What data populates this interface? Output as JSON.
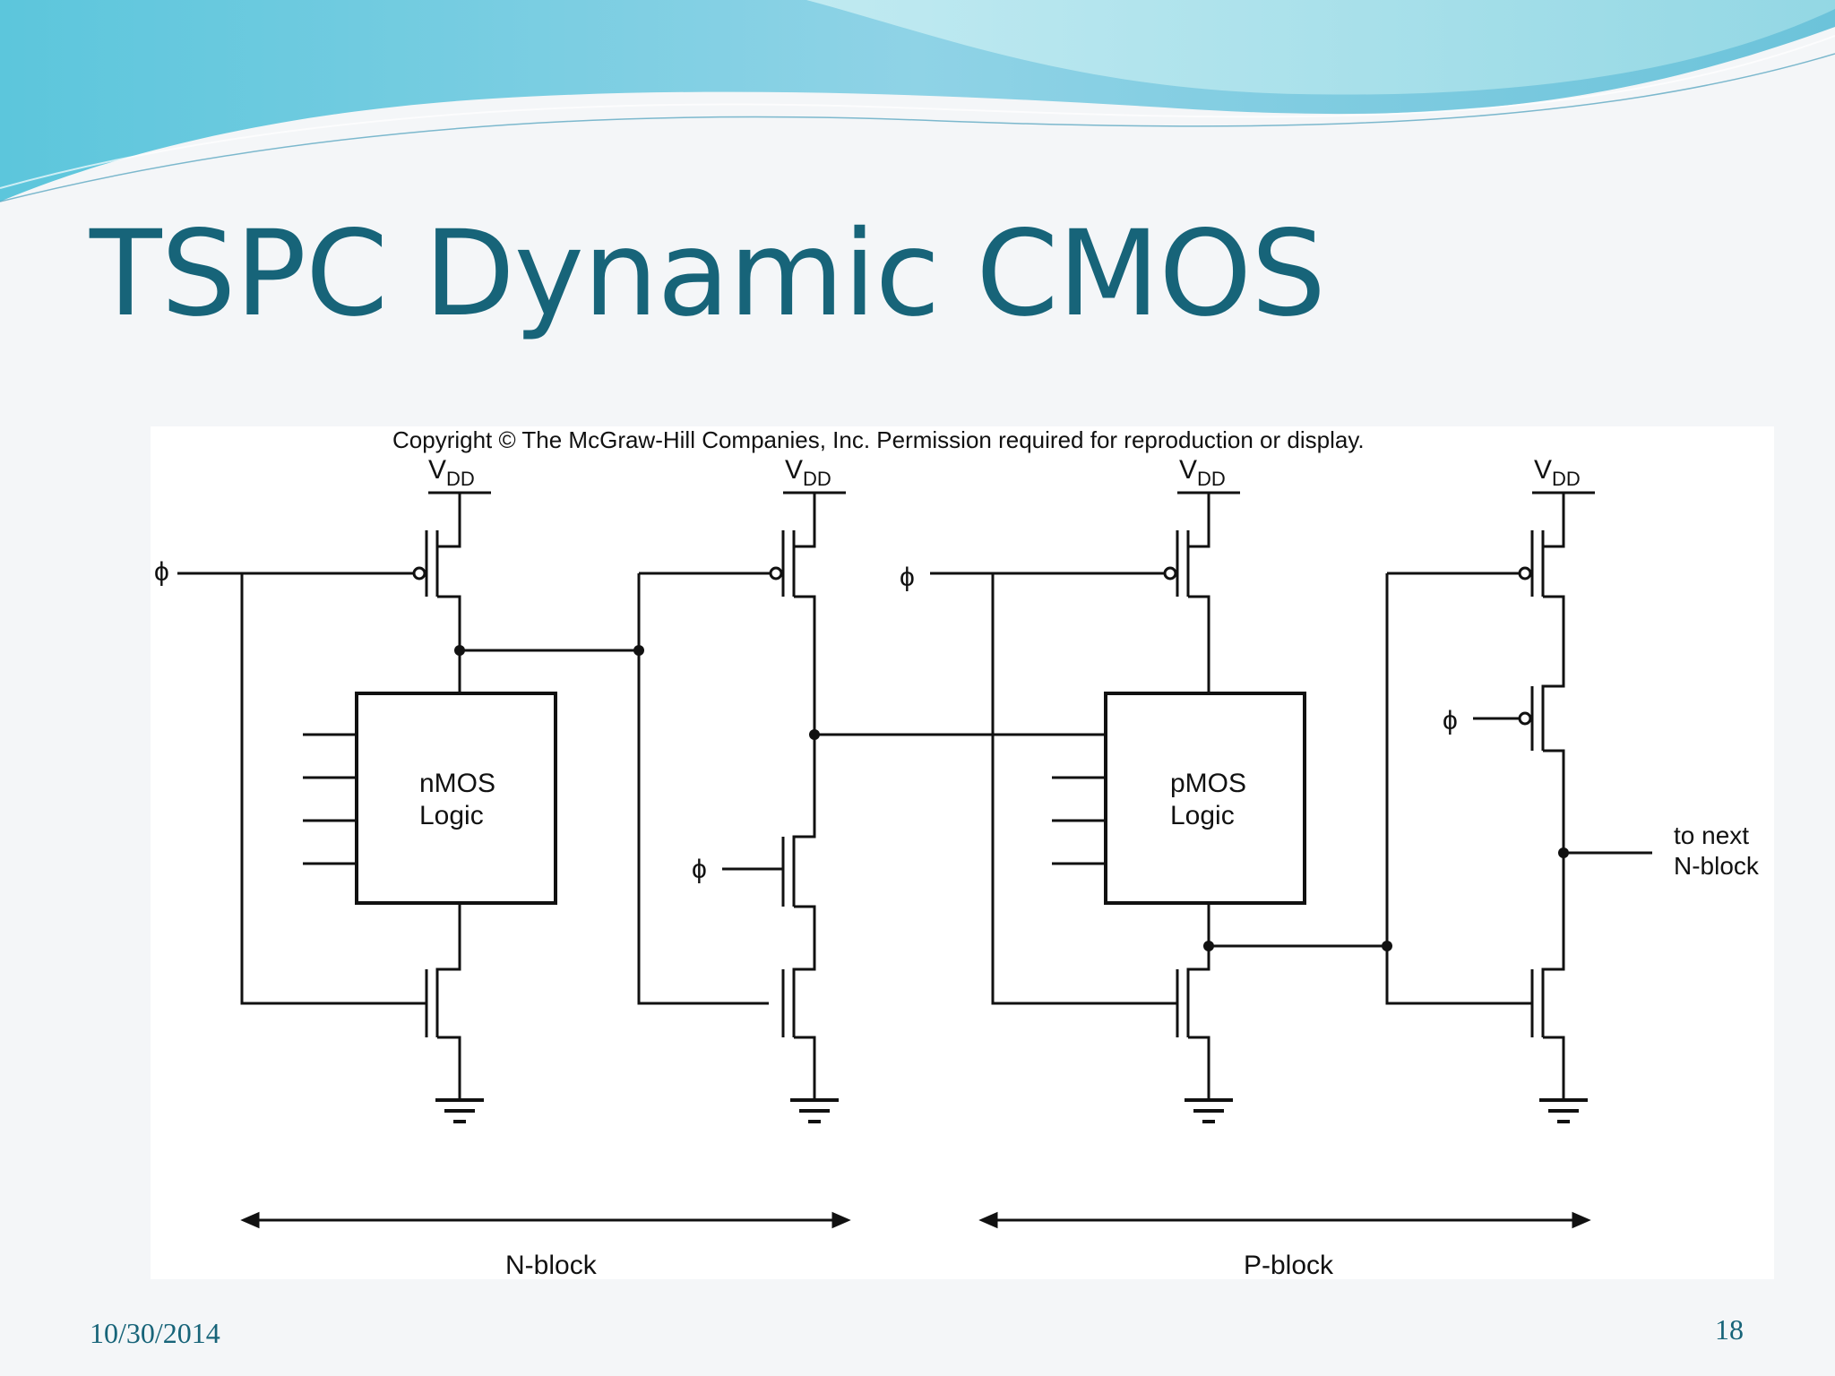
{
  "slide": {
    "title": "TSPC Dynamic CMOS",
    "date": "10/30/2014",
    "page_number": "18"
  },
  "figure": {
    "copyright": "Copyright © The McGraw-Hill Companies, Inc. Permission required for reproduction or display.",
    "supply_label": "V",
    "supply_subscript": "DD",
    "clock_symbol": "ϕ",
    "blocks": {
      "nmos_logic": [
        "nMOS",
        "Logic"
      ],
      "pmos_logic": [
        "pMOS",
        "Logic"
      ]
    },
    "output_label": [
      "to next",
      "N-block"
    ],
    "sections": {
      "n_block": "N-block",
      "p_block": "P-block"
    }
  },
  "colors": {
    "title": "#176479",
    "wave_dark": "#3fb0d6",
    "wave_light": "#a8e0ea"
  }
}
